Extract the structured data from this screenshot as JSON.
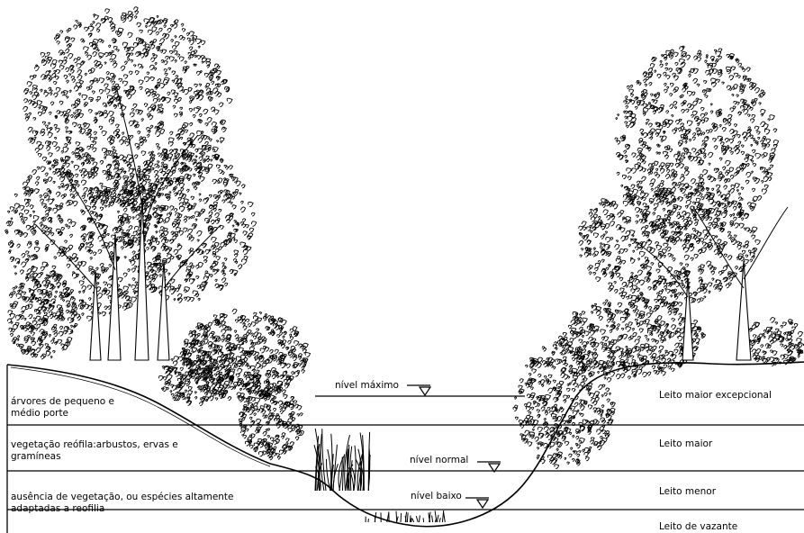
{
  "left_labels": {
    "trees": [
      "árvores de pequeno e",
      "médio porte"
    ],
    "riparian": [
      "vegetação reófila:arbustos, ervas e",
      "gramíneas"
    ],
    "none": [
      "ausência de vegetação, ou espécies altamente",
      "adaptadas a reofilia"
    ]
  },
  "levels": {
    "max": "nível máximo",
    "normal": "nível normal",
    "low": "nível baixo"
  },
  "right_labels": {
    "exceptional": "Leito maior excepcional",
    "major": "Leito maior",
    "minor": "Leito menor",
    "low_water": "Leito de vazante"
  },
  "colors": {
    "ink": "#000000",
    "background": "#ffffff"
  }
}
